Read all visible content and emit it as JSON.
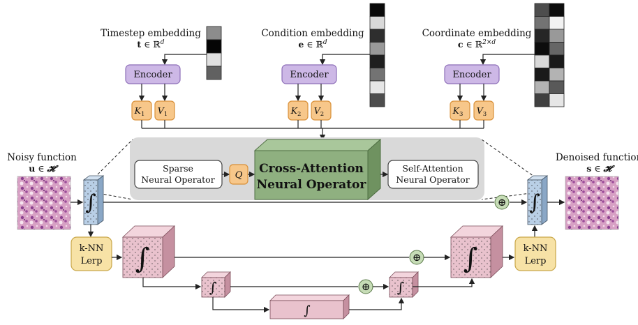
{
  "embeddings": {
    "timestep": {
      "title": "Timestep embedding",
      "formula_var": "t",
      "formula_rest": " ∈ ℝ",
      "formula_sup": "d"
    },
    "condition": {
      "title": "Condition embedding",
      "formula_var": "e",
      "formula_rest": " ∈ ℝ",
      "formula_sup": "d"
    },
    "coordinate": {
      "title": "Coordinate embedding",
      "formula_var": "c",
      "formula_rest": " ∈ ℝ",
      "formula_sup": "2×d"
    }
  },
  "encoder_label": "Encoder",
  "kv": {
    "k1": "K",
    "k1_sub": "1",
    "v1": "V",
    "v1_sub": "1",
    "k2": "K",
    "k2_sub": "2",
    "v2": "V",
    "v2_sub": "2",
    "k3": "K",
    "k3_sub": "3",
    "v3": "V",
    "v3_sub": "3"
  },
  "operators": {
    "sparse_line1": "Sparse",
    "sparse_line2": "Neural Operator",
    "q_label": "Q",
    "cross_line1": "Cross-Attention",
    "cross_line2": "Neural Operator",
    "self_line1": "Self-Attention",
    "self_line2": "Neural Operator"
  },
  "input": {
    "title": "Noisy function",
    "var": "u",
    "rest": " ∈ ",
    "space": "𝓗"
  },
  "output": {
    "title": "Denoised function",
    "var": "s",
    "rest": " ∈ ",
    "space": "𝓗"
  },
  "knn": {
    "line1": "k-NN",
    "line2": "Lerp"
  },
  "integral_symbol": "∫",
  "sum_symbol": "⊕",
  "colors": {
    "encoder_fill": "#cdb8e6",
    "encoder_stroke": "#8d6eb8",
    "kv_fill": "#f7c78a",
    "kv_stroke": "#d9913a",
    "cross_front": "#8fb080",
    "cross_top": "#a9c79b",
    "cross_side": "#6f9260",
    "pink_front": "#e9c2cd",
    "pink_top": "#f3d5dd",
    "pink_side": "#c590a0",
    "blue_front": "#b9cfe6",
    "blue_side": "#8aa7c6",
    "knn_fill": "#f7e2a6",
    "knn_stroke": "#c9a74a",
    "sum_fill": "#c6dcb6",
    "panel_fill": "#d9d9d9"
  },
  "embedding_cells": {
    "timestep": [
      0.55,
      0.02,
      0.88,
      0.38
    ],
    "condition": [
      0.04,
      0.85,
      0.18,
      0.6,
      0.12,
      0.45,
      0.9,
      0.3
    ],
    "coordinate": [
      [
        0.3,
        0.05
      ],
      [
        0.45,
        0.95
      ],
      [
        0.15,
        0.6
      ],
      [
        0.05,
        0.4
      ],
      [
        0.85,
        0.1
      ],
      [
        0.1,
        0.7
      ],
      [
        0.7,
        0.35
      ],
      [
        0.25,
        0.9
      ]
    ]
  }
}
